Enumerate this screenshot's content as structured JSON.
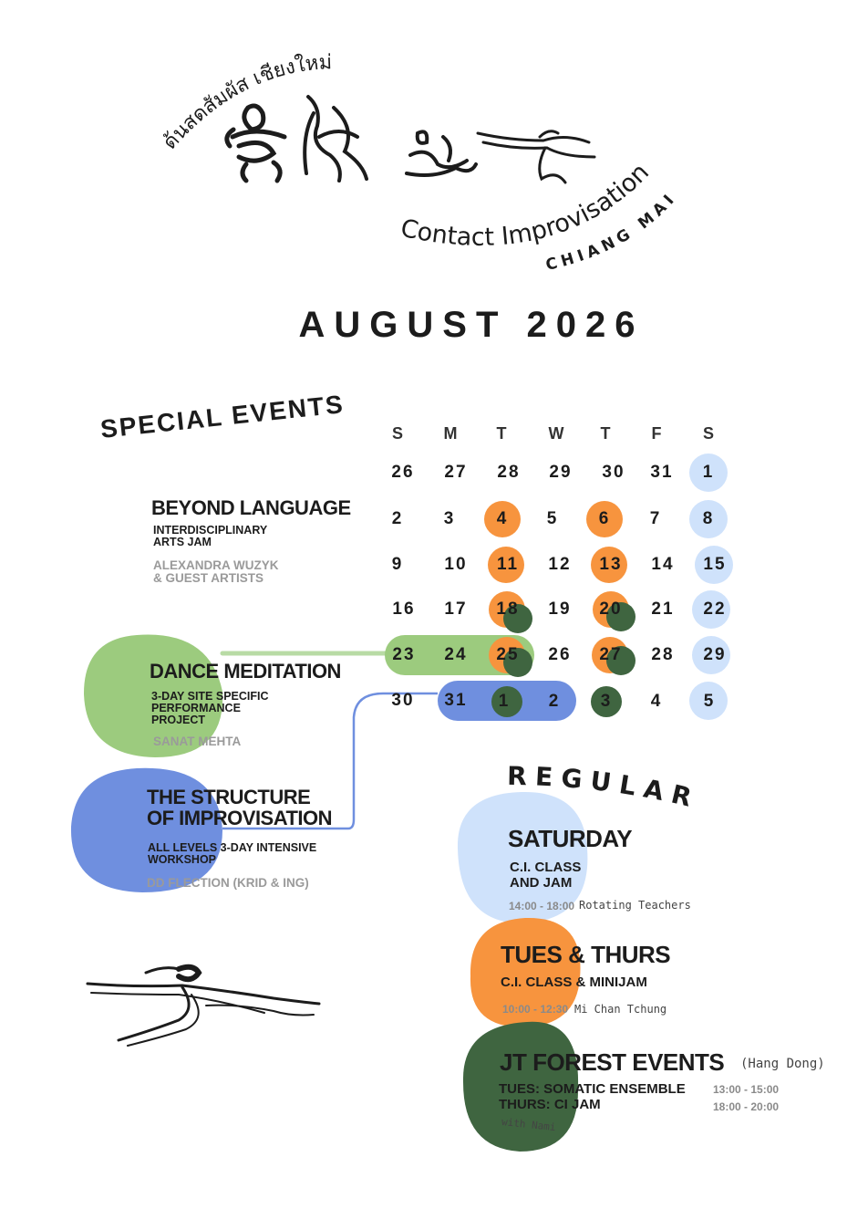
{
  "header": {
    "thai_title": "ด้นสดสัมผัส เชียงใหม่",
    "subtitle": "Contact Improvisation",
    "city": "CHIANG MAI"
  },
  "month_title": "AUGUST 2026",
  "colors": {
    "orange": "#f7943e",
    "green_light": "#9ccb7e",
    "green_dark": "#3f6540",
    "blue": "#6f8fdf",
    "blue_light": "#cfe2fb"
  },
  "calendar": {
    "weekdays": [
      "S",
      "M",
      "T",
      "W",
      "T",
      "F",
      "S"
    ],
    "weeks": [
      [
        "26",
        "27",
        "28",
        "29",
        "30",
        "31",
        "1"
      ],
      [
        "2",
        "3",
        "4",
        "5",
        "6",
        "7",
        "8"
      ],
      [
        "9",
        "10",
        "11",
        "12",
        "13",
        "14",
        "15"
      ],
      [
        "16",
        "17",
        "18",
        "19",
        "20",
        "21",
        "22"
      ],
      [
        "23",
        "24",
        "25",
        "26",
        "27",
        "28",
        "29"
      ],
      [
        "30",
        "31",
        "1",
        "2",
        "3",
        "4",
        "5"
      ]
    ]
  },
  "special_events": {
    "heading": "SPECIAL EVENTS",
    "events": [
      {
        "title": "BEYOND LANGUAGE",
        "subtitle_lines": [
          "INTERDISCIPLINARY",
          "ARTS JAM"
        ],
        "host_lines": [
          "ALEXANDRA WUZYK",
          "& GUEST ARTISTS"
        ]
      },
      {
        "title": "DANCE MEDITATION",
        "subtitle_lines": [
          "3-DAY SITE SPECIFIC",
          "PERFORMANCE",
          "PROJECT"
        ],
        "host_lines": [
          "SANAT MEHTA"
        ]
      },
      {
        "title_lines": [
          "THE STRUCTURE",
          "OF IMPROVISATION"
        ],
        "subtitle_lines": [
          "ALL LEVELS 3-DAY INTENSIVE",
          "WORKSHOP"
        ],
        "host_lines": [
          "DD FLECTION (KRID & ING)"
        ]
      }
    ]
  },
  "regular": {
    "heading": "REGULAR",
    "items": [
      {
        "title": "SATURDAY",
        "subtitle_lines": [
          "C.I. CLASS",
          "AND JAM"
        ],
        "time": "14:00 - 18:00",
        "teacher": "Rotating Teachers"
      },
      {
        "title": "TUES & THURS",
        "subtitle_lines": [
          "C.I. CLASS & MINIJAM"
        ],
        "time": "10:00 - 12:30",
        "teacher": "Mi Chan Tchung"
      },
      {
        "title": "JT FOREST EVENTS",
        "location": "(Hang Dong)",
        "lines": [
          "TUES: SOMATIC ENSEMBLE",
          "THURS: CI JAM"
        ],
        "times": [
          "13:00 - 15:00",
          "18:00 - 20:00"
        ],
        "teacher": "with Nami"
      }
    ]
  }
}
